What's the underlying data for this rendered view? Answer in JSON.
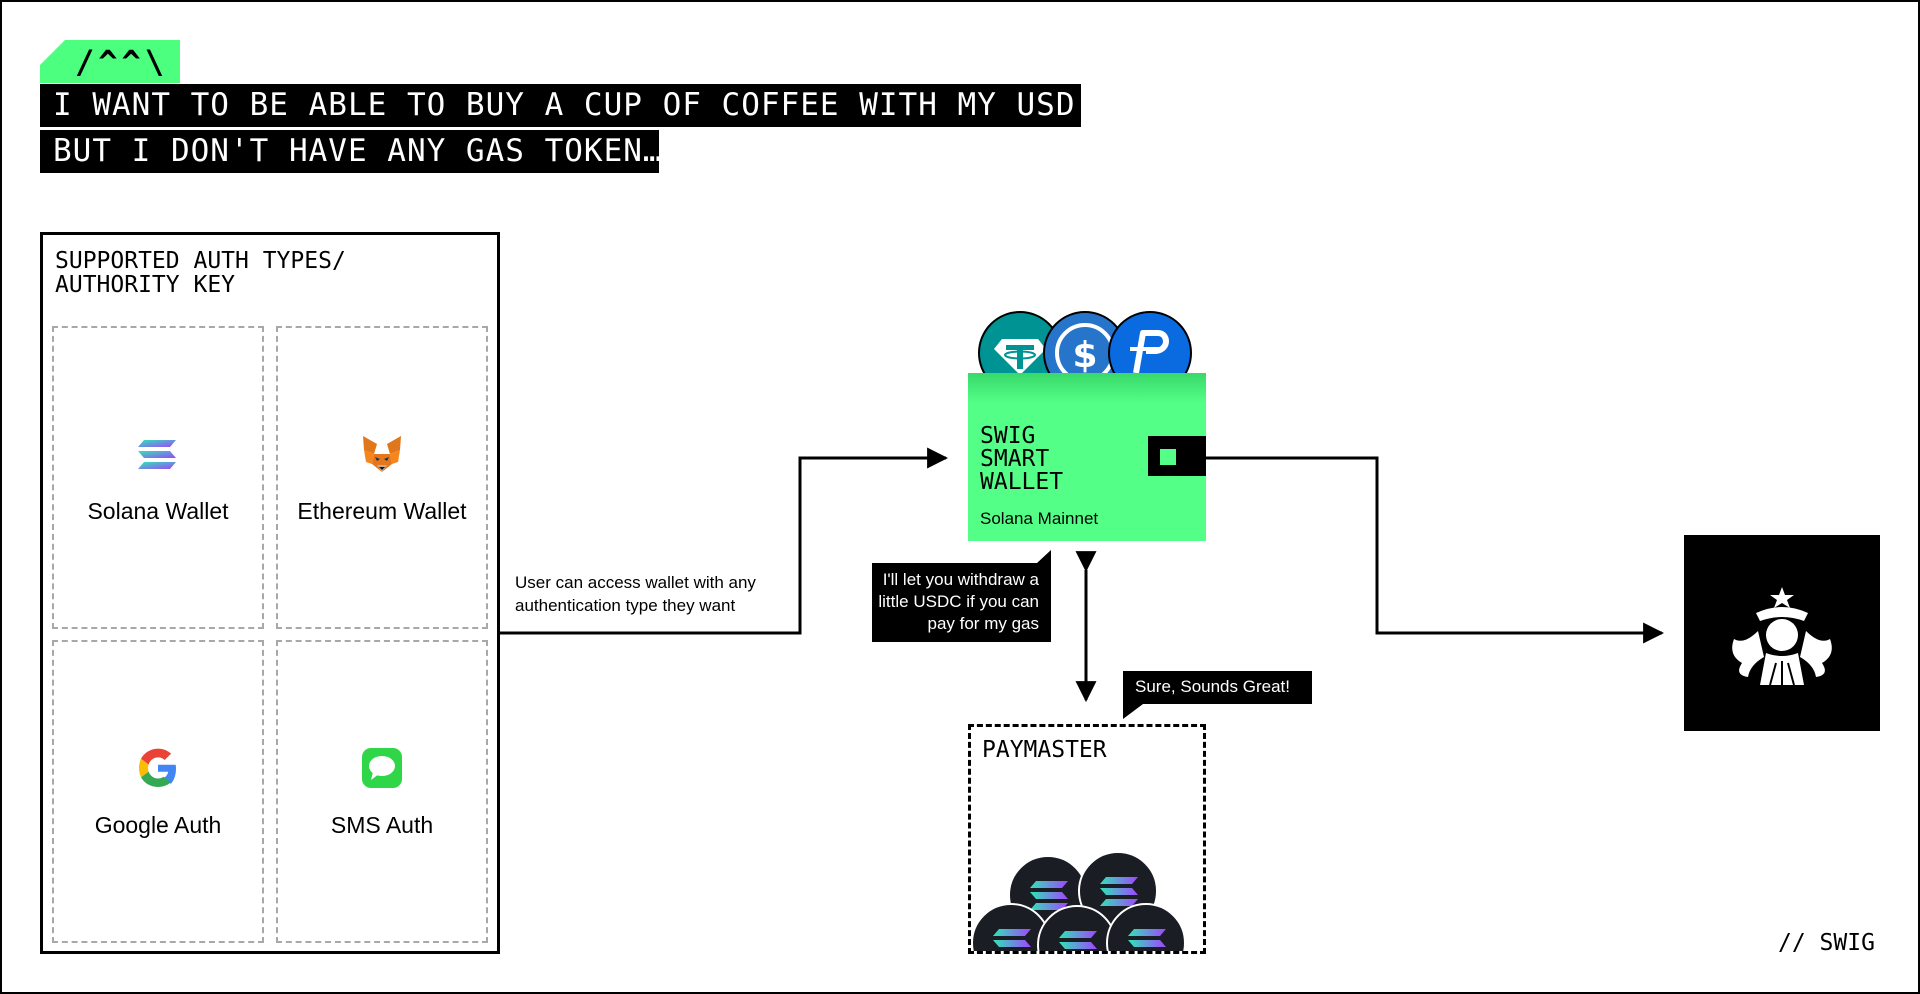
{
  "header": {
    "tag": "/^^\\",
    "line1": "I WANT TO BE ABLE TO BUY A CUP OF COFFEE WITH MY USD,",
    "line2": "BUT I DON'T HAVE ANY GAS TOKEN…"
  },
  "auth_panel": {
    "title": "SUPPORTED AUTH TYPES/\nAUTHORITY KEY",
    "items": [
      {
        "label": "Solana Wallet",
        "icon": "solana-icon"
      },
      {
        "label": "Ethereum Wallet",
        "icon": "metamask-fox-icon"
      },
      {
        "label": "Google Auth",
        "icon": "google-icon"
      },
      {
        "label": "SMS Auth",
        "icon": "message-bubble-icon"
      }
    ]
  },
  "connector_note": "User can access wallet with any authentication type they want",
  "wallet": {
    "title": "SWIG\nSMART\nWALLET",
    "network": "Solana Mainnet",
    "coins": [
      "tether-icon",
      "usdc-icon",
      "paypal-usd-icon"
    ]
  },
  "bubbles": {
    "wallet_says": "I'll let you withdraw a little USDC if you can pay for my gas",
    "paymaster_says": "Sure, Sounds Great!"
  },
  "paymaster": {
    "title": "PAYMASTER",
    "coins_icon": "solana-coin-icon"
  },
  "merchant": {
    "icon": "starbucks-siren-icon"
  },
  "brand": "// SWIG",
  "colors": {
    "accent": "#53ff86",
    "ink": "#000000",
    "dashed": "#a8a8a8"
  }
}
